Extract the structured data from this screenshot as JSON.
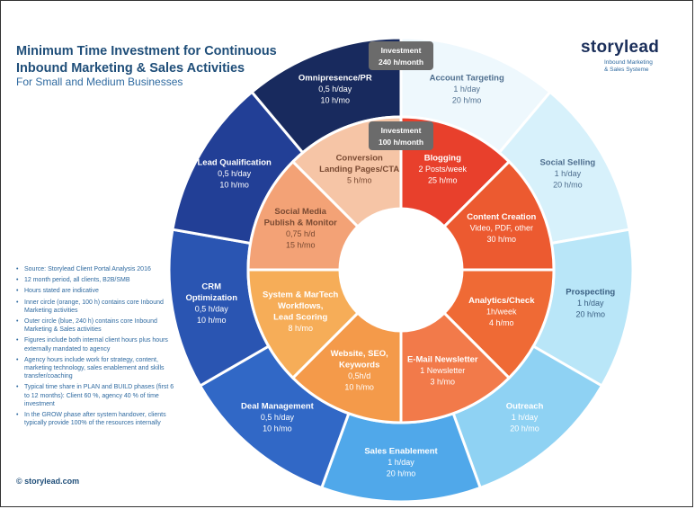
{
  "header": {
    "title": "Minimum Time Investment for Continuous Inbound Marketing & Sales Activities",
    "subtitle": "For Small and Medium Businesses"
  },
  "brand": {
    "name": "storylead",
    "tagline_line1": "Inbound Marketing",
    "tagline_line2": "& Sales Systeme"
  },
  "badges": {
    "outer": {
      "line1": "Investment",
      "line2": "240 h/month"
    },
    "inner": {
      "line1": "Investment",
      "line2": "100 h/month"
    }
  },
  "outer_ring": [
    {
      "title": [
        "Account Targeting"
      ],
      "lines": [
        "1 h/day",
        "20 h/mo"
      ],
      "color": "#eef8fd",
      "text_color": "#4f6f8f"
    },
    {
      "title": [
        "Social Selling"
      ],
      "lines": [
        "1 h/day",
        "20 h/mo"
      ],
      "color": "#d7f1fb",
      "text_color": "#4f6f8f"
    },
    {
      "title": [
        "Prospecting"
      ],
      "lines": [
        "1 h/day",
        "20 h/mo"
      ],
      "color": "#b9e6f8",
      "text_color": "#3a5f82"
    },
    {
      "title": [
        "Outreach"
      ],
      "lines": [
        "1 h/day",
        "20 h/mo"
      ],
      "color": "#8fd2f3",
      "text_color": "#ffffff"
    },
    {
      "title": [
        "Sales Enablement"
      ],
      "lines": [
        "1 h/day",
        "20 h/mo"
      ],
      "color": "#50a8ea",
      "text_color": "#ffffff"
    },
    {
      "title": [
        "Deal Management"
      ],
      "lines": [
        "0,5 h/day",
        "10 h/mo"
      ],
      "color": "#3168c6",
      "text_color": "#ffffff"
    },
    {
      "title": [
        "CRM",
        "Optimization"
      ],
      "lines": [
        "0,5 h/day",
        "10 h/mo"
      ],
      "color": "#2a55b2",
      "text_color": "#ffffff"
    },
    {
      "title": [
        "Lead Qualification"
      ],
      "lines": [
        "0,5 h/day",
        "10 h/mo"
      ],
      "color": "#223f96",
      "text_color": "#ffffff"
    },
    {
      "title": [
        "Omnipresence/PR"
      ],
      "lines": [
        "0,5 h/day",
        "10 h/mo"
      ],
      "color": "#182a5e",
      "text_color": "#ffffff"
    }
  ],
  "inner_ring": [
    {
      "title": [
        "Blogging"
      ],
      "lines": [
        "2 Posts/week",
        "25 h/mo"
      ],
      "color": "#e8402c",
      "text_color": "#ffffff"
    },
    {
      "title": [
        "Content Creation"
      ],
      "lines": [
        "Video, PDF, other",
        "30 h/mo"
      ],
      "color": "#ec5a30",
      "text_color": "#ffffff"
    },
    {
      "title": [
        "Analytics/Check"
      ],
      "lines": [
        "1h/week",
        "4 h/mo"
      ],
      "color": "#ef6a35",
      "text_color": "#ffffff"
    },
    {
      "title": [
        "E-Mail Newsletter"
      ],
      "lines": [
        "1 Newsletter",
        "3 h/mo"
      ],
      "color": "#f27a4a",
      "text_color": "#ffffff"
    },
    {
      "title": [
        "Website, SEO,",
        "Keywords"
      ],
      "lines": [
        "0,5h/d",
        "10 h/mo"
      ],
      "color": "#f49a4a",
      "text_color": "#ffffff"
    },
    {
      "title": [
        "System & MarTech",
        "Workflows,",
        "Lead Scoring"
      ],
      "lines": [
        "8 h/mo"
      ],
      "color": "#f6ad58",
      "text_color": "#ffffff"
    },
    {
      "title": [
        "Social Media",
        "Publish & Monitor"
      ],
      "lines": [
        "0,75 h/d",
        "15 h/mo"
      ],
      "color": "#f3a276",
      "text_color": "#7a4a32"
    },
    {
      "title": [
        "Conversion",
        "Landing Pages/CTA"
      ],
      "lines": [
        "5 h/mo"
      ],
      "color": "#f6c5a6",
      "text_color": "#7a4a32"
    }
  ],
  "notes": [
    "Source: Storylead Client Portal Analysis 2016",
    "12 month period, all clients, B2B/SMB",
    "Hours stated are indicative",
    "Inner circle (orange, 100 h) contains core Inbound Marketing activities",
    "Outer circle (blue, 240 h) contains core Inbound Marketing & Sales activities",
    "Figures include both internal client hours plus hours externally mandated to agency",
    "Agency hours include work for strategy, content, marketing technology, sales enablement and skills transfer/coaching",
    "Typical time share in PLAN and BUILD phases (first 6 to 12 months): Client 60 %, agency 40 % of time investment",
    "In the GROW phase after system handover, clients typically provide 100% of the resources internally"
  ],
  "footer": {
    "copyright": "© storylead.com"
  }
}
